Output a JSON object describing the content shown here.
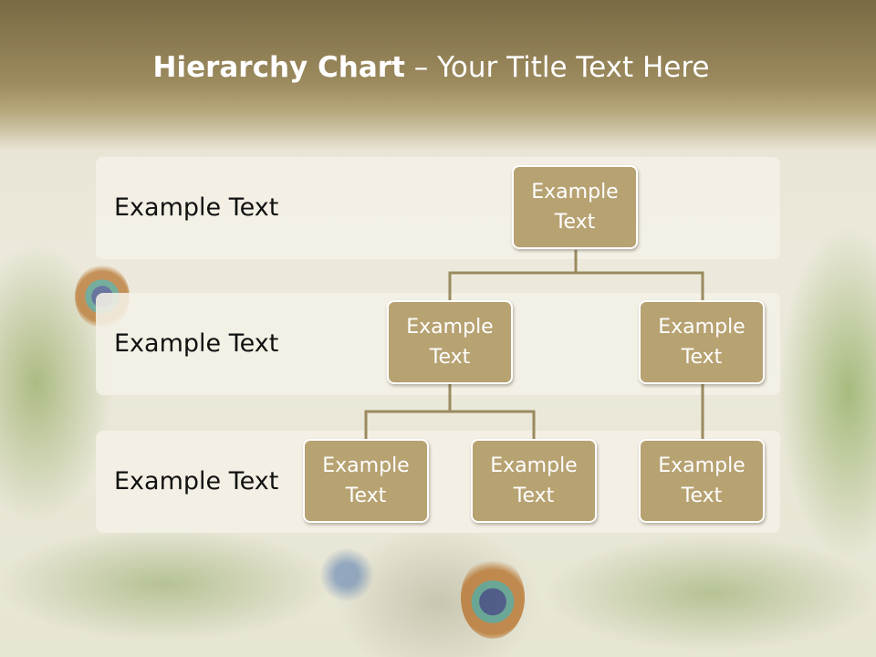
{
  "title": {
    "bold": "Hierarchy Chart",
    "rest": " – Your Title Text Here"
  },
  "levels": [
    {
      "label": "Example Text"
    },
    {
      "label": "Example Text"
    },
    {
      "label": "Example Text"
    }
  ],
  "nodes": {
    "root": "Example Text",
    "mid_left": "Example Text",
    "mid_right": "Example Text",
    "leaf_1": "Example Text",
    "leaf_2": "Example Text",
    "leaf_3": "Example Text"
  },
  "colors": {
    "header": "#9c8b5e",
    "node_fill": "#b7a272",
    "connector": "#9a8a5e",
    "band": "#f4f0e6"
  }
}
